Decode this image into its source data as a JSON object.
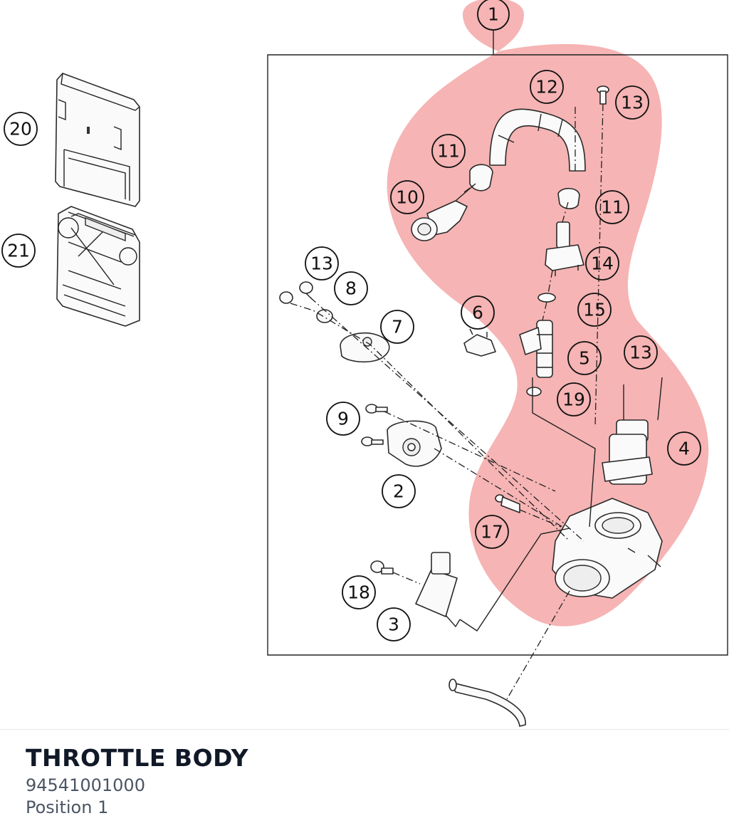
{
  "diagram": {
    "highlight_color": "#f4a7a7",
    "callouts": [
      {
        "id": "c1",
        "label": "1"
      },
      {
        "id": "c12",
        "label": "12"
      },
      {
        "id": "c13a",
        "label": "13"
      },
      {
        "id": "c11a",
        "label": "11"
      },
      {
        "id": "c10",
        "label": "10"
      },
      {
        "id": "c11b",
        "label": "11"
      },
      {
        "id": "c14",
        "label": "14"
      },
      {
        "id": "c13b",
        "label": "13"
      },
      {
        "id": "c8",
        "label": "8"
      },
      {
        "id": "c7",
        "label": "7"
      },
      {
        "id": "c6",
        "label": "6"
      },
      {
        "id": "c15",
        "label": "15"
      },
      {
        "id": "c5",
        "label": "5"
      },
      {
        "id": "c13c",
        "label": "13"
      },
      {
        "id": "c19",
        "label": "19"
      },
      {
        "id": "c9",
        "label": "9"
      },
      {
        "id": "c4",
        "label": "4"
      },
      {
        "id": "c2",
        "label": "2"
      },
      {
        "id": "c17",
        "label": "17"
      },
      {
        "id": "c18",
        "label": "18"
      },
      {
        "id": "c3",
        "label": "3"
      },
      {
        "id": "c20",
        "label": "20"
      },
      {
        "id": "c21",
        "label": "21"
      }
    ]
  },
  "footer": {
    "title": "THROTTLE BODY",
    "part_number": "94541001000",
    "position": "Position 1"
  }
}
